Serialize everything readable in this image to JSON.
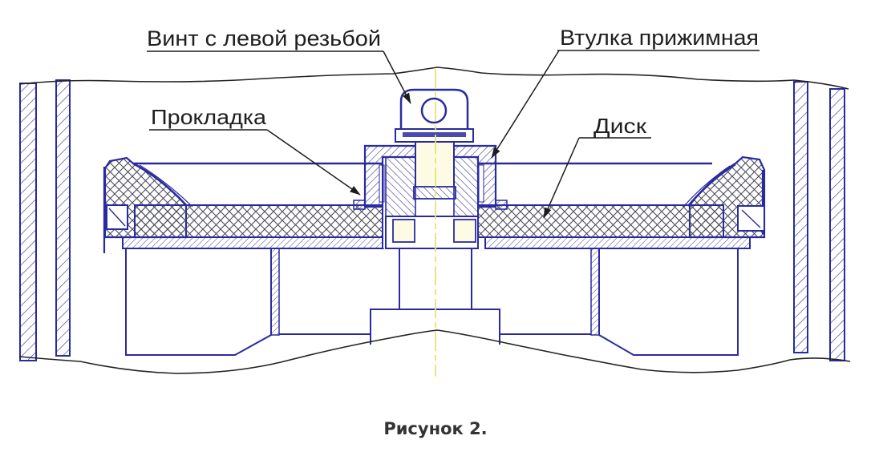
{
  "figure": {
    "caption": "Рисунок 2.",
    "labels": [
      {
        "id": "screw-left-thread",
        "text": "Винт с левой резьбой"
      },
      {
        "id": "clamping-sleeve",
        "text": "Втулка прижимная"
      },
      {
        "id": "gasket",
        "text": "Прокладка"
      },
      {
        "id": "disc",
        "text": "Диск"
      }
    ],
    "colors": {
      "line_blue": "#2a2aa0",
      "hatch_blue": "#3c3c96",
      "crosshatch_gray": "#4b4b5a",
      "break_line": "#222222",
      "centerline_yellow": "#e3e37d",
      "label_text": "#1f1f1f",
      "caption_text": "#333333",
      "background": "#ffffff"
    }
  }
}
